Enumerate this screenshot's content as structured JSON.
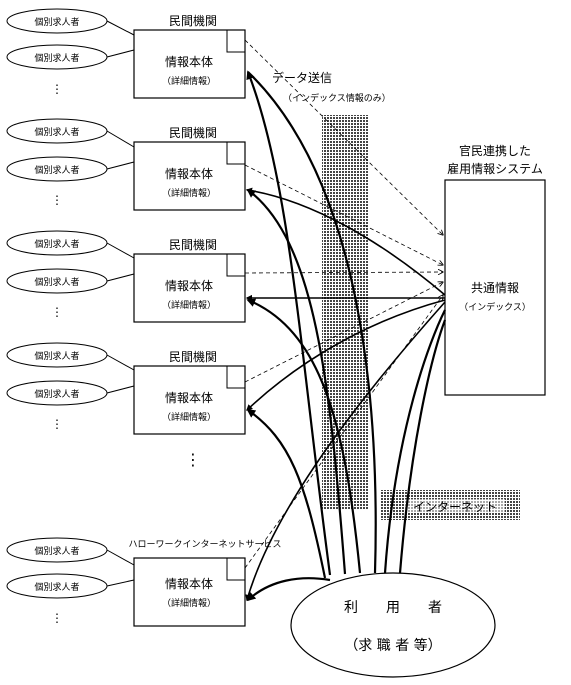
{
  "labels": {
    "applicant": "個別求人者",
    "agency": "民間機関",
    "info_body": "情報本体",
    "info_detail": "（詳細情報）",
    "hellowork_service": "ハローワークインターネットサービス",
    "data_send": "データ送信",
    "index_only": "（インデックス情報のみ）",
    "system_title_1": "官民連携した",
    "system_title_2": "雇用情報システム",
    "common_info": "共通情報",
    "common_index": "（インデックス）",
    "internet": "インターネット",
    "user_1": "利　　用　　者",
    "user_2": "（求 職 者 等）",
    "dots": "⋮"
  }
}
